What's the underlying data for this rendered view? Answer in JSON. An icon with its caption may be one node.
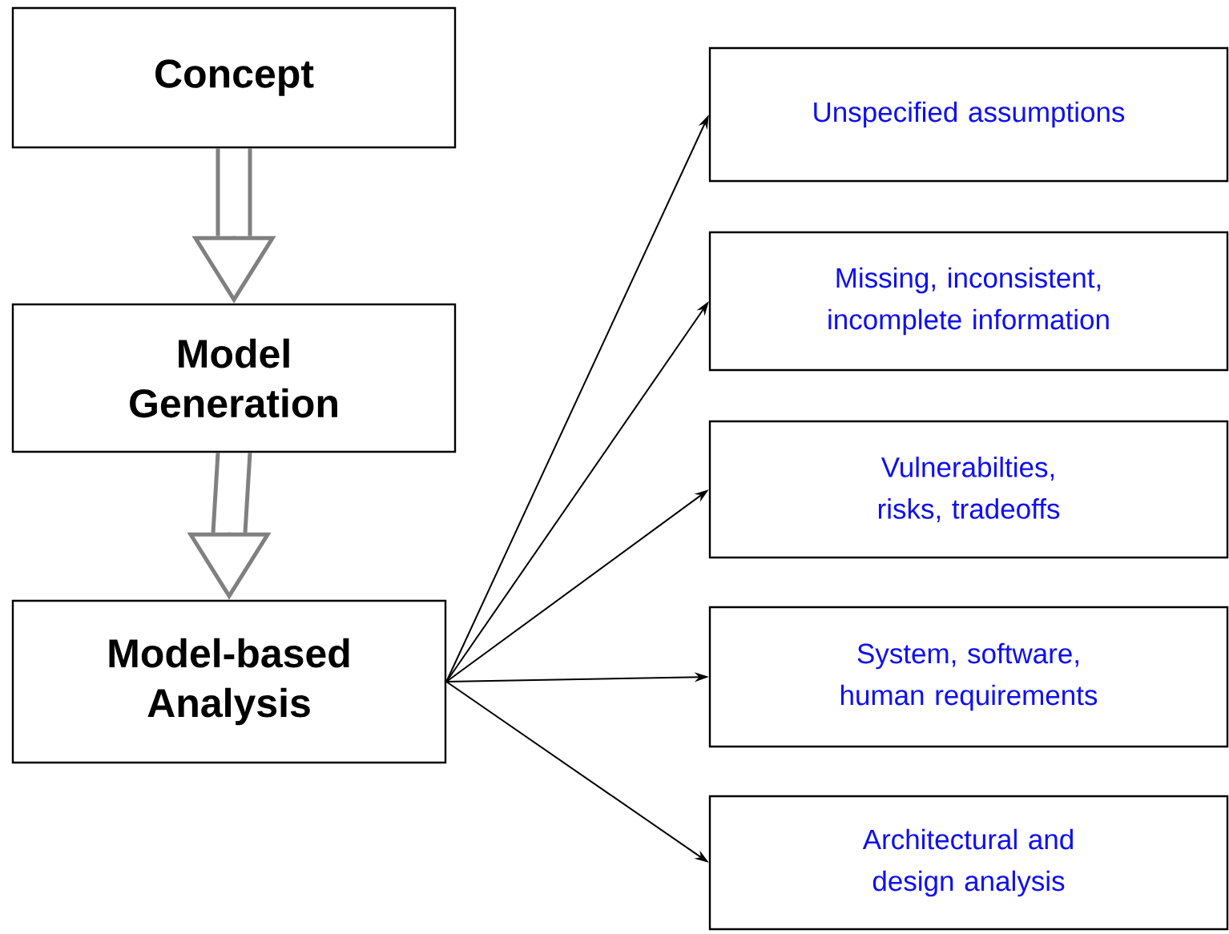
{
  "diagram": {
    "nodes": [
      {
        "text": [
          "Concept"
        ]
      },
      {
        "text": [
          "Model Generation"
        ]
      },
      {
        "text": [
          "Model-based Analysis"
        ]
      },
      {
        "text": [
          "Unspecified assumptions"
        ]
      },
      {
        "text": [
          "Missing, inconsistent, incomplete information"
        ]
      },
      {
        "text": [
          "Vulnerabilties, risks, tradeoffs"
        ]
      },
      {
        "text": [
          "System, software, human requirements"
        ]
      },
      {
        "text": [
          "Architectural and design analysis"
        ]
      }
    ],
    "edges": [
      {
        "from": 0,
        "to": 1,
        "arrow": "to",
        "style": "thick",
        "color": "#808080"
      },
      {
        "from": 1,
        "to": 2,
        "arrow": "to",
        "style": "thick",
        "color": "#808080"
      },
      {
        "from": 2,
        "to": 3,
        "arrow": "to"
      },
      {
        "from": 2,
        "to": 4,
        "arrow": "to"
      },
      {
        "from": 2,
        "to": 5,
        "arrow": "to"
      },
      {
        "from": 2,
        "to": 6,
        "arrow": "to"
      },
      {
        "from": 2,
        "to": 7,
        "arrow": "to"
      }
    ]
  }
}
